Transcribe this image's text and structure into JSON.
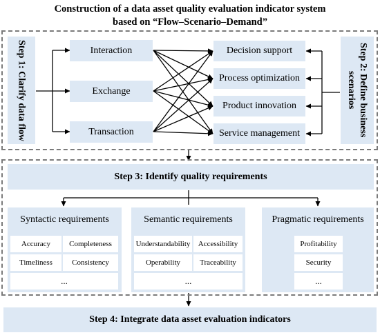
{
  "title": {
    "line1": "Construction of a data asset quality evaluation indicator system",
    "line2": "based on “Flow–Scenario–Demand”"
  },
  "step1": "Step 1: Clarify data flow",
  "step2": {
    "line1": "Step 2: Define business",
    "line2": "scenarios"
  },
  "step3": "Step 3: Identify quality requirements",
  "step4": "Step 4: Integrate data asset evaluation indicators",
  "flows": [
    "Interaction",
    "Exchange",
    "Transaction"
  ],
  "scenarios": [
    "Decision support",
    "Process optimization",
    "Product innovation",
    "Service management"
  ],
  "requirements": [
    {
      "label": "Syntactic requirements",
      "items": [
        "Accuracy",
        "Completeness",
        "Timeliness",
        "Consistency"
      ],
      "more": "..."
    },
    {
      "label": "Semantic requirements",
      "items": [
        "Understandability",
        "Accessibility",
        "Operability",
        "Traceability"
      ],
      "more": "..."
    },
    {
      "label": "Pragmatic requirements",
      "items": [
        "Profitability",
        "Security"
      ],
      "more": "..."
    }
  ]
}
